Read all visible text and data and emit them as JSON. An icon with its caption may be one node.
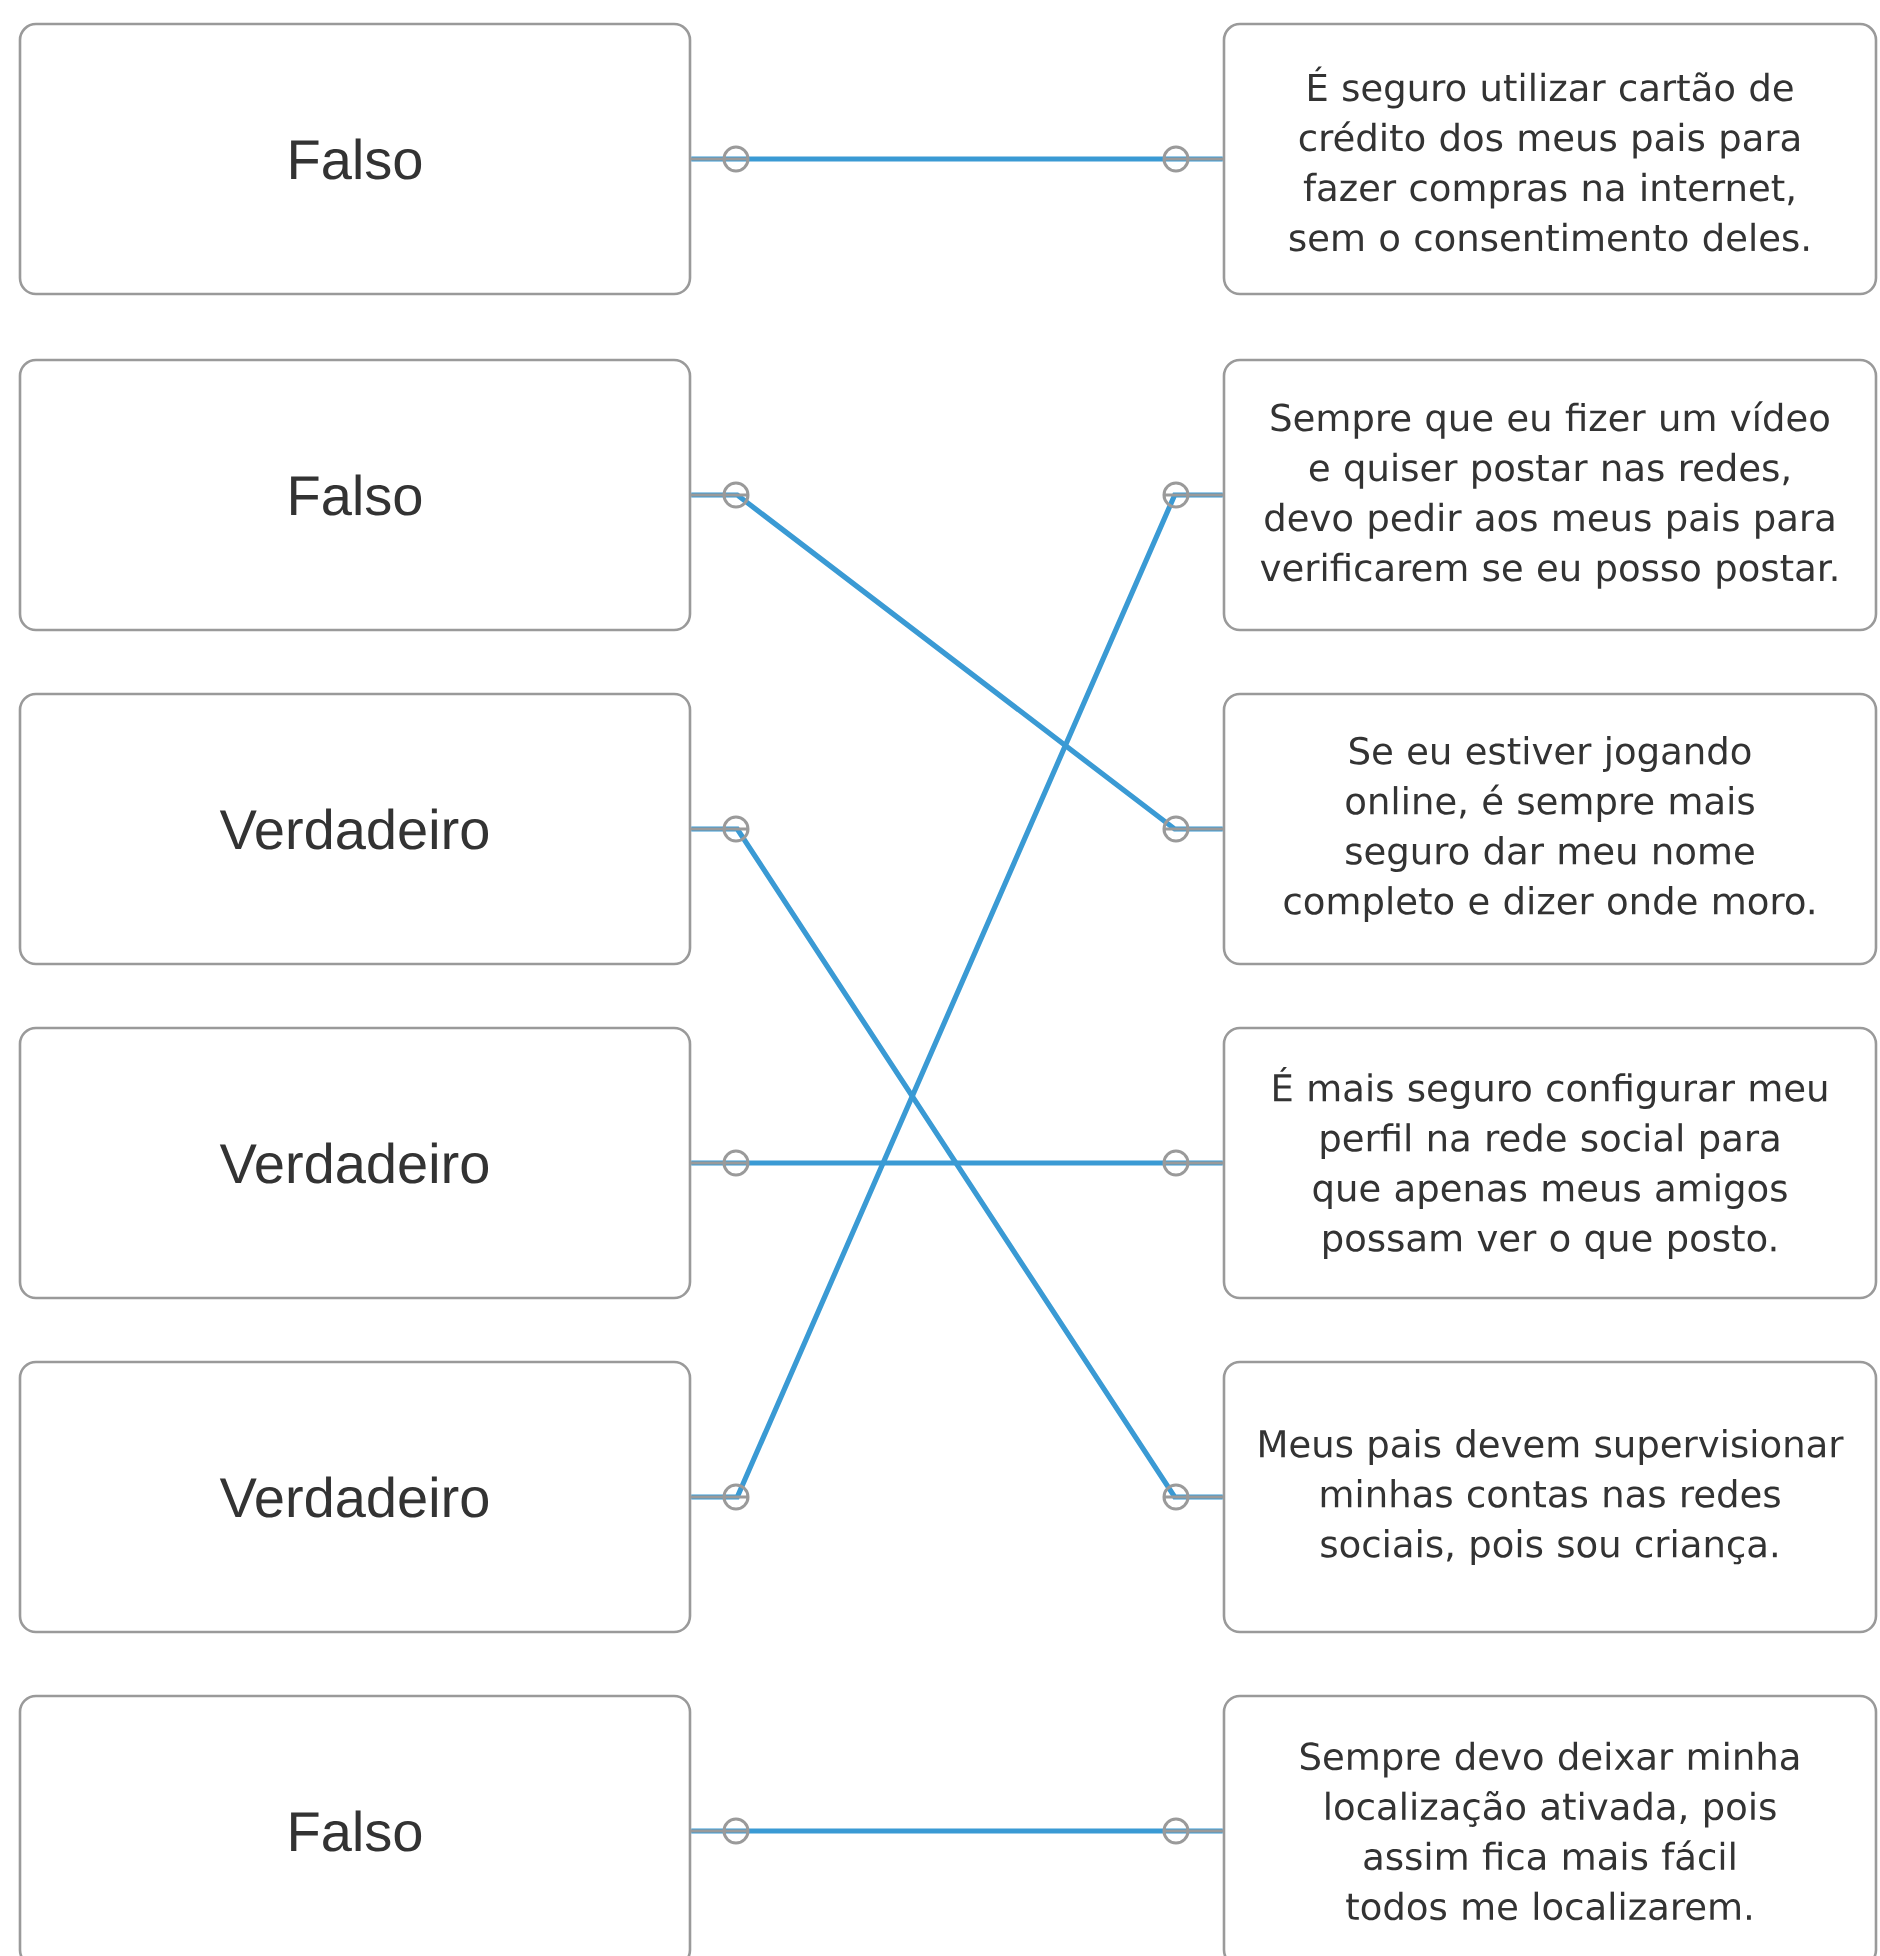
{
  "diagram": {
    "nodes": [
      {
        "text": [
          "Falso"
        ]
      },
      {
        "text": [
          "Falso"
        ]
      },
      {
        "text": [
          "Verdadeiro"
        ]
      },
      {
        "text": [
          "Verdadeiro"
        ]
      },
      {
        "text": [
          "Verdadeiro"
        ]
      },
      {
        "text": [
          "Falso"
        ]
      },
      {
        "text": [
          "É seguro utilizar cartão de crédito dos meus pais para fazer compras na internet, sem o consentimento deles."
        ]
      },
      {
        "text": [
          "Sempre que eu fizer um vídeo e quiser postar nas redes, devo pedir aos meus pais para verificarem se eu posso postar."
        ]
      },
      {
        "text": [
          "Se eu estiver jogando online, é sempre mais seguro dar meu nome completo e dizer onde moro."
        ]
      },
      {
        "text": [
          "É mais seguro configurar meu perfil na rede social para que apenas meus amigos possam ver o que posto."
        ]
      },
      {
        "text": [
          "Meus pais devem supervisionar minhas contas nas redes sociais, pois sou criança."
        ]
      },
      {
        "text": [
          "Sempre devo deixar minha localização ativada, pois assim fica mais fácil todos me localizarem."
        ]
      }
    ],
    "edges": [
      {
        "from": 0,
        "to": 6,
        "arrow": "none"
      },
      {
        "from": 1,
        "to": 8,
        "arrow": "none"
      },
      {
        "from": 2,
        "to": 10,
        "arrow": "none"
      },
      {
        "from": 3,
        "to": 9,
        "arrow": "none"
      },
      {
        "from": 4,
        "to": 7,
        "arrow": "none"
      },
      {
        "from": 5,
        "to": 11,
        "arrow": "none"
      }
    ]
  }
}
